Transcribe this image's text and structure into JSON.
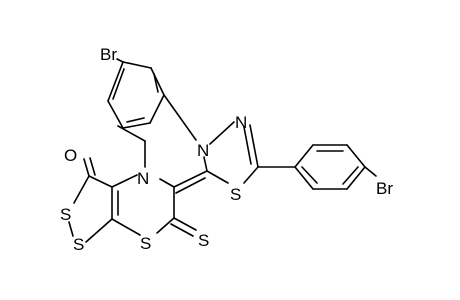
{
  "molecule": {
    "atom_labels": {
      "br_top": "Br",
      "br_right": "Br",
      "n_aryl": "N",
      "n_thiadiazole": "N",
      "s_thiadiazole": "S",
      "n_ethyl": "N",
      "o_carbonyl": "O",
      "s_dithiole_1": "S",
      "s_dithiole_2": "S",
      "s_thiopyran": "S",
      "s_thioxo": "S"
    }
  }
}
